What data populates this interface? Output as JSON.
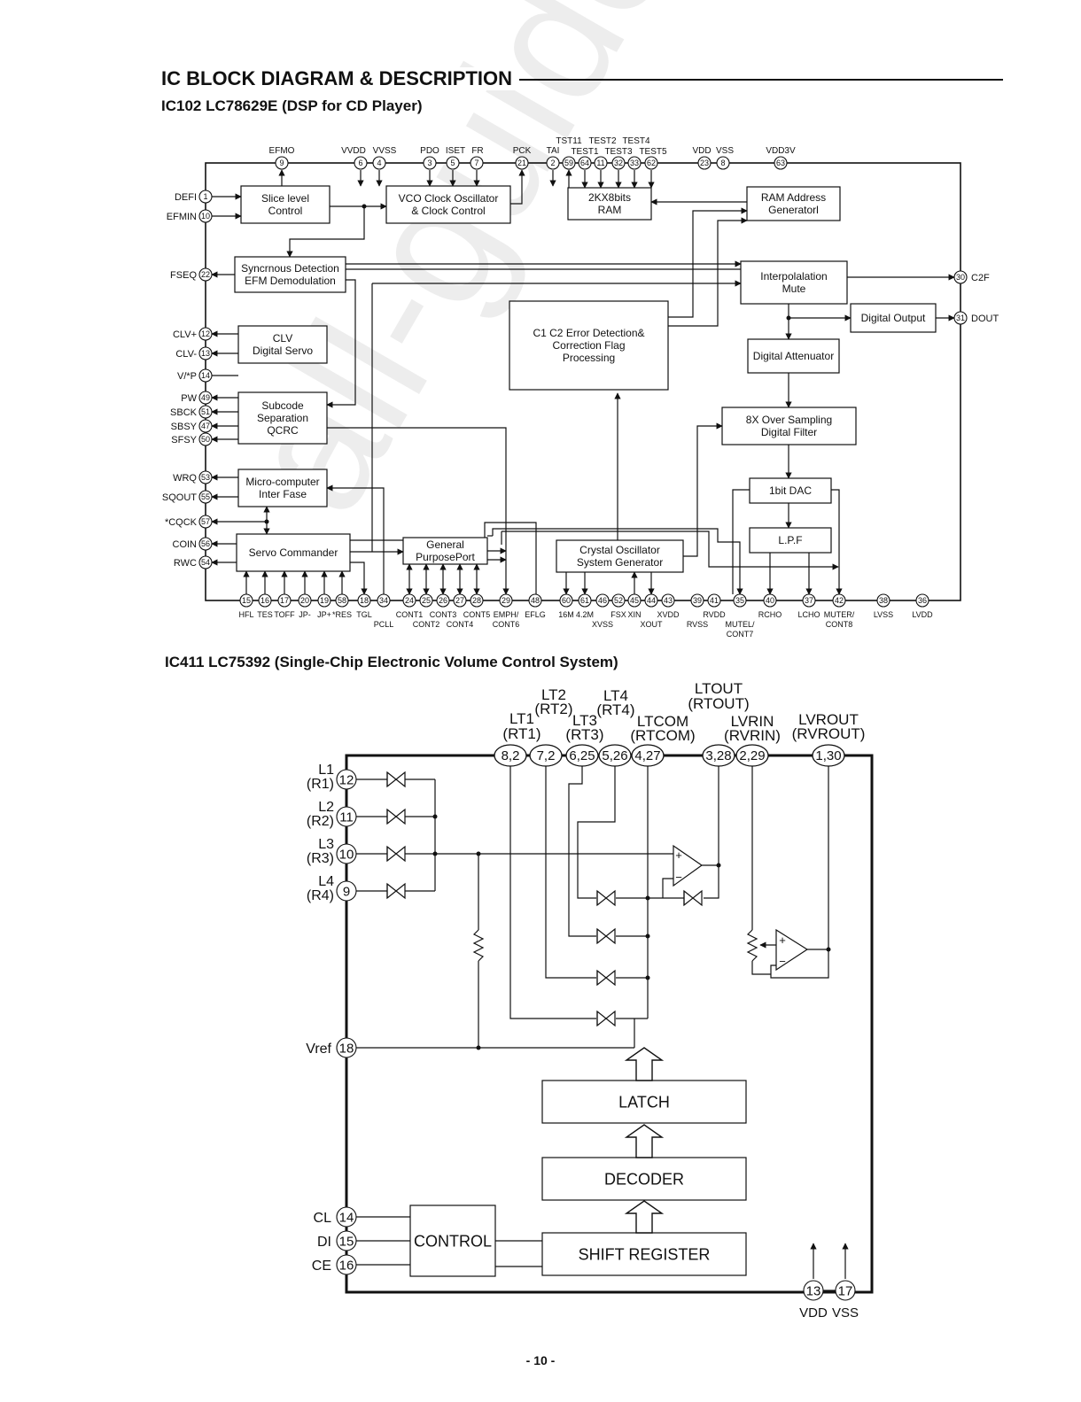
{
  "header": {
    "title": "IC  BLOCK  DIAGRAM & DESCRIPTION",
    "ic102_title": "IC102  LC78629E  (DSP for CD Player)",
    "ic411_title": "IC411  LC75392  (Single-Chip Electronic Volume Control System)"
  },
  "page_number": "- 10 -",
  "watermark": "all-guides.com",
  "ic102": {
    "blocks": [
      {
        "id": "slice",
        "lines": [
          "Slice level",
          "Control"
        ]
      },
      {
        "id": "vco",
        "lines": [
          "VCO Clock Oscillator",
          "& Clock Control"
        ]
      },
      {
        "id": "ram",
        "lines": [
          "2KX8bits",
          "RAM"
        ]
      },
      {
        "id": "ramaddr",
        "lines": [
          "RAM Address",
          "Generatorl"
        ]
      },
      {
        "id": "sync",
        "lines": [
          "Syncrnous Detection",
          "EFM Demodulation"
        ]
      },
      {
        "id": "interp",
        "lines": [
          "Interpolalation",
          "Mute"
        ]
      },
      {
        "id": "digout",
        "lines": [
          "Digital Output"
        ]
      },
      {
        "id": "clv",
        "lines": [
          "CLV",
          "Digital Servo"
        ]
      },
      {
        "id": "c1c2",
        "lines": [
          "C1 C2 Error Detection&",
          "Correction Flag",
          "Processing"
        ]
      },
      {
        "id": "atten",
        "lines": [
          "Digital Attenuator"
        ]
      },
      {
        "id": "subcode",
        "lines": [
          "Subcode",
          "Separation",
          "QCRC"
        ]
      },
      {
        "id": "oversamp",
        "lines": [
          "8X Over Sampling",
          "Digital Filter"
        ]
      },
      {
        "id": "micro",
        "lines": [
          "Micro-computer",
          "Inter Fase"
        ]
      },
      {
        "id": "dac",
        "lines": [
          "1bit DAC"
        ]
      },
      {
        "id": "lpf",
        "lines": [
          "L.P.F"
        ]
      },
      {
        "id": "servo",
        "lines": [
          "Servo Commander"
        ]
      },
      {
        "id": "gpp",
        "lines": [
          "General",
          "PurposePort"
        ]
      },
      {
        "id": "xtal",
        "lines": [
          "Crystal Oscillator",
          "System Generator"
        ]
      }
    ],
    "top_pins": [
      {
        "n": "9",
        "label": "EFMO"
      },
      {
        "n": "6",
        "label": "VVDD"
      },
      {
        "n": "4",
        "label": "VVSS"
      },
      {
        "n": "3",
        "label": "PDO"
      },
      {
        "n": "5",
        "label": "ISET"
      },
      {
        "n": "7",
        "label": "FR"
      },
      {
        "n": "21",
        "label": "PCK"
      },
      {
        "n": "2",
        "label": "TAI"
      },
      {
        "n": "59",
        "label": "TST11"
      },
      {
        "n": "64",
        "label": "TEST1"
      },
      {
        "n": "11",
        "label": "TEST2"
      },
      {
        "n": "32",
        "label": "TEST3"
      },
      {
        "n": "33",
        "label": "TEST4"
      },
      {
        "n": "62",
        "label": "TEST5"
      },
      {
        "n": "23",
        "label": "VDD"
      },
      {
        "n": "8",
        "label": "VSS"
      },
      {
        "n": "63",
        "label": "VDD3V"
      }
    ],
    "left_pins": [
      {
        "n": "1",
        "label": "DEFI"
      },
      {
        "n": "10",
        "label": "EFMIN"
      },
      {
        "n": "22",
        "label": "FSEQ"
      },
      {
        "n": "12",
        "label": "CLV+"
      },
      {
        "n": "13",
        "label": "CLV-"
      },
      {
        "n": "14",
        "label": "V/*P"
      },
      {
        "n": "49",
        "label": "PW"
      },
      {
        "n": "51",
        "label": "SBCK"
      },
      {
        "n": "47",
        "label": "SBSY"
      },
      {
        "n": "50",
        "label": "SFSY"
      },
      {
        "n": "53",
        "label": "WRQ"
      },
      {
        "n": "55",
        "label": "SQOUT"
      },
      {
        "n": "57",
        "label": "*CQCK"
      },
      {
        "n": "56",
        "label": "COIN"
      },
      {
        "n": "54",
        "label": "RWC"
      }
    ],
    "right_pins": [
      {
        "n": "30",
        "label": "C2F"
      },
      {
        "n": "31",
        "label": "DOUT"
      }
    ],
    "bottom_pins": [
      {
        "n": "15",
        "label": "HFL"
      },
      {
        "n": "16",
        "label": "TES"
      },
      {
        "n": "17",
        "label": "TOFF"
      },
      {
        "n": "20",
        "label": "JP-"
      },
      {
        "n": "19",
        "label": "JP+"
      },
      {
        "n": "58",
        "label": "*RES"
      },
      {
        "n": "18",
        "label": "TGL"
      },
      {
        "n": "34",
        "label": "PCLL"
      },
      {
        "n": "24",
        "label": "CONT1"
      },
      {
        "n": "25",
        "label": "CONT2"
      },
      {
        "n": "26",
        "label": "CONT3"
      },
      {
        "n": "27",
        "label": "CONT4"
      },
      {
        "n": "28",
        "label": "CONT5"
      },
      {
        "n": "29",
        "label": "EMPH/ CONT6"
      },
      {
        "n": "48",
        "label": "EFLG"
      },
      {
        "n": "60",
        "label": "16M"
      },
      {
        "n": "61",
        "label": "4.2M"
      },
      {
        "n": "46",
        "label": "XVSS"
      },
      {
        "n": "52",
        "label": "FSX"
      },
      {
        "n": "45",
        "label": "XIN"
      },
      {
        "n": "44",
        "label": "XOUT"
      },
      {
        "n": "43",
        "label": "XVDD"
      },
      {
        "n": "39",
        "label": "RVSS"
      },
      {
        "n": "41",
        "label": "RVDD"
      },
      {
        "n": "35",
        "label": "MUTEL/ CONT7"
      },
      {
        "n": "40",
        "label": "RCHO"
      },
      {
        "n": "37",
        "label": "LCHO"
      },
      {
        "n": "42",
        "label": "MUTER/ CONT8"
      },
      {
        "n": "38",
        "label": "LVSS"
      },
      {
        "n": "36",
        "label": "LVDD"
      }
    ]
  },
  "ic411": {
    "blocks": [
      {
        "id": "latch",
        "label": "LATCH"
      },
      {
        "id": "decoder",
        "label": "DECODER"
      },
      {
        "id": "shift",
        "label": "SHIFT REGISTER"
      },
      {
        "id": "control",
        "label": "CONTROL"
      }
    ],
    "top_pins": [
      {
        "n": "8,2",
        "label": "LT1",
        "alt": "(RT1)"
      },
      {
        "n": "7,2",
        "label": "LT2",
        "alt": "(RT2)"
      },
      {
        "n": "6,25",
        "label": "LT3",
        "alt": "(RT3)"
      },
      {
        "n": "5,26",
        "label": "LT4",
        "alt": "(RT4)"
      },
      {
        "n": "4,27",
        "label": "LTCOM",
        "alt": "(RTCOM)"
      },
      {
        "n": "3,28",
        "label": "LTOUT",
        "alt": "(RTOUT)"
      },
      {
        "n": "2,29",
        "label": "LVRIN",
        "alt": "(RVRIN)"
      },
      {
        "n": "1,30",
        "label": "LVROUT",
        "alt": "(RVROUT)"
      }
    ],
    "left_inputs": [
      {
        "n": "12",
        "label": "L1",
        "alt": "(R1)"
      },
      {
        "n": "11",
        "label": "L2",
        "alt": "(R2)"
      },
      {
        "n": "10",
        "label": "L3",
        "alt": "(R3)"
      },
      {
        "n": "9",
        "label": "L4",
        "alt": "(R4)"
      }
    ],
    "vref": {
      "n": "18",
      "label": "Vref"
    },
    "control_pins": [
      {
        "n": "14",
        "label": "CL"
      },
      {
        "n": "15",
        "label": "DI"
      },
      {
        "n": "16",
        "label": "CE"
      }
    ],
    "supply_pins": [
      {
        "n": "13",
        "label": "VDD"
      },
      {
        "n": "17",
        "label": "VSS"
      }
    ]
  }
}
